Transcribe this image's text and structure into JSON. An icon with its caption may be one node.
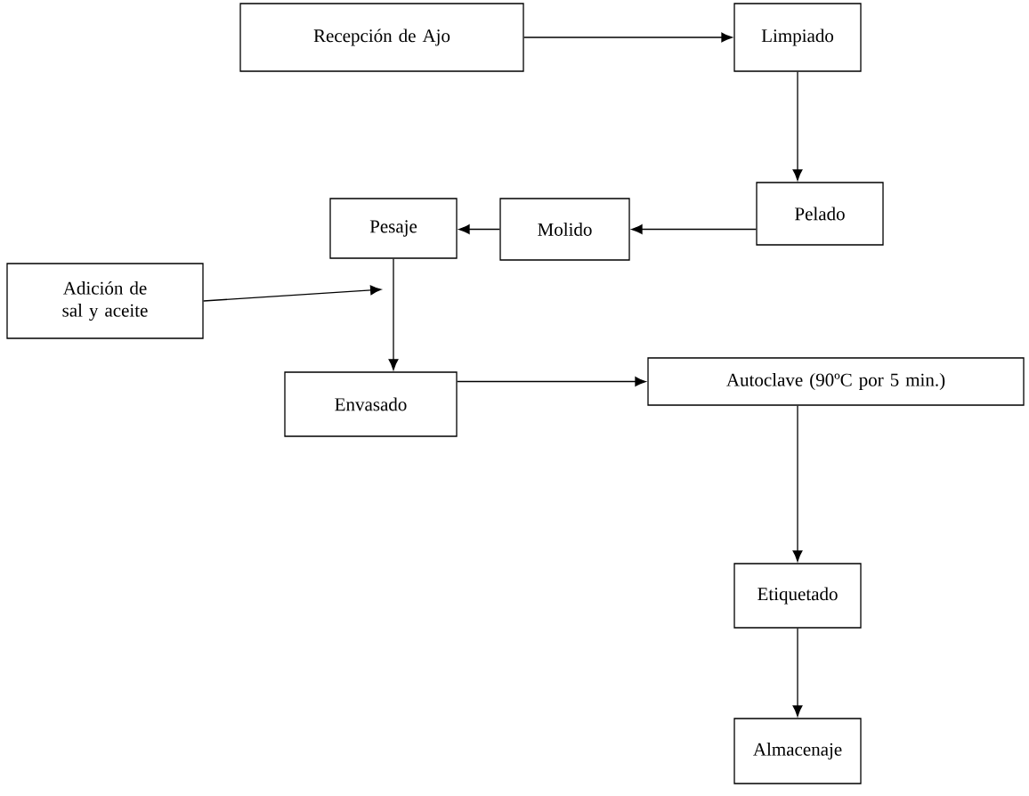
{
  "diagram": {
    "nodes": [
      {
        "text": [
          "Recepción de Ajo"
        ]
      },
      {
        "text": [
          "Limpiado"
        ]
      },
      {
        "text": [
          "Pelado"
        ]
      },
      {
        "text": [
          "Molido"
        ]
      },
      {
        "text": [
          "Pesaje"
        ]
      },
      {
        "text": [
          "Adición de sal y aceite"
        ]
      },
      {
        "text": [
          "Envasado"
        ]
      },
      {
        "text": [
          "Autoclave (90ºC por 5 min.)"
        ]
      },
      {
        "text": [
          "Etiquetado"
        ]
      },
      {
        "text": [
          "Almacenaje"
        ]
      }
    ],
    "edges": [
      {
        "from": 0,
        "to": 1,
        "arrow": "to"
      },
      {
        "from": 1,
        "to": 2,
        "arrow": "to"
      },
      {
        "from": 2,
        "to": 3,
        "arrow": "to"
      },
      {
        "from": 3,
        "to": 4,
        "arrow": "to"
      },
      {
        "from": 5,
        "to": null,
        "arrow": "to"
      },
      {
        "from": 4,
        "to": 6,
        "arrow": "to"
      },
      {
        "from": 6,
        "to": 7,
        "arrow": "to"
      },
      {
        "from": 7,
        "to": 8,
        "arrow": "to"
      },
      {
        "from": 8,
        "to": 9,
        "arrow": "to"
      }
    ]
  }
}
